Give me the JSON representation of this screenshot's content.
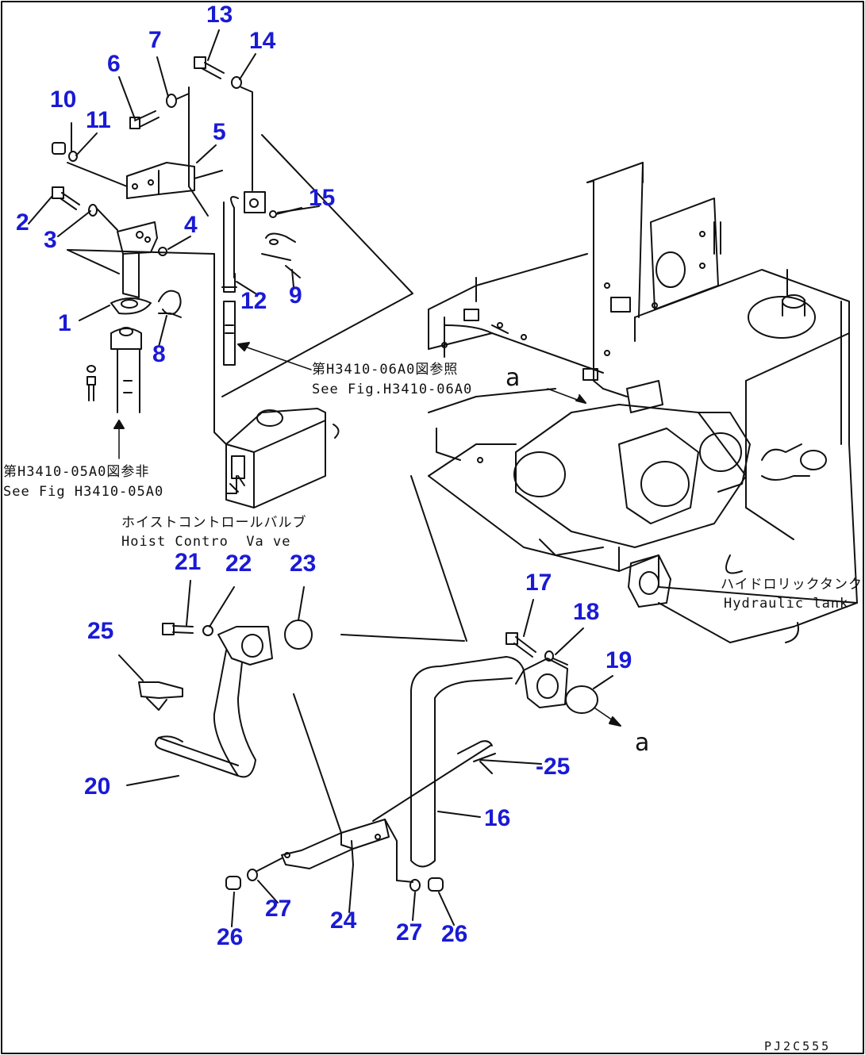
{
  "callouts": {
    "c1": "1",
    "c2": "2",
    "c3": "3",
    "c4": "4",
    "c5": "5",
    "c6": "6",
    "c7": "7",
    "c8": "8",
    "c9": "9",
    "c10": "10",
    "c11": "11",
    "c12": "12",
    "c13": "13",
    "c14": "14",
    "c15": "15",
    "c16": "16",
    "c17": "17",
    "c18": "18",
    "c19": "19",
    "c20": "20",
    "c21": "21",
    "c22": "22",
    "c23": "23",
    "c24": "24",
    "c25a": "25",
    "c25b": "-25",
    "c26a": "26",
    "c26b": "26",
    "c27a": "27",
    "c27b": "27"
  },
  "notes": {
    "ref_06a0_jp": "第H3410-06A0図参照",
    "ref_06a0_en": "See Fig.H3410-06A0",
    "ref_05a0_jp": "第H3410-05A0図参非",
    "ref_05a0_en": "See Fig H3410-05A0",
    "hoist_valve_jp": "ホイストコントロールバルブ",
    "hoist_valve_en": "Hoist Contro  Va ve",
    "hydraulic_tank_jp": "ハイドロリックタンク",
    "hydraulic_tank_en": "Hydraulic lank"
  },
  "ref_letters": {
    "a_top": "a",
    "a_bottom": "a"
  },
  "drawing_code": "PJ2C555",
  "colors": {
    "callout": "#1a1ad6",
    "line": "#111111"
  }
}
